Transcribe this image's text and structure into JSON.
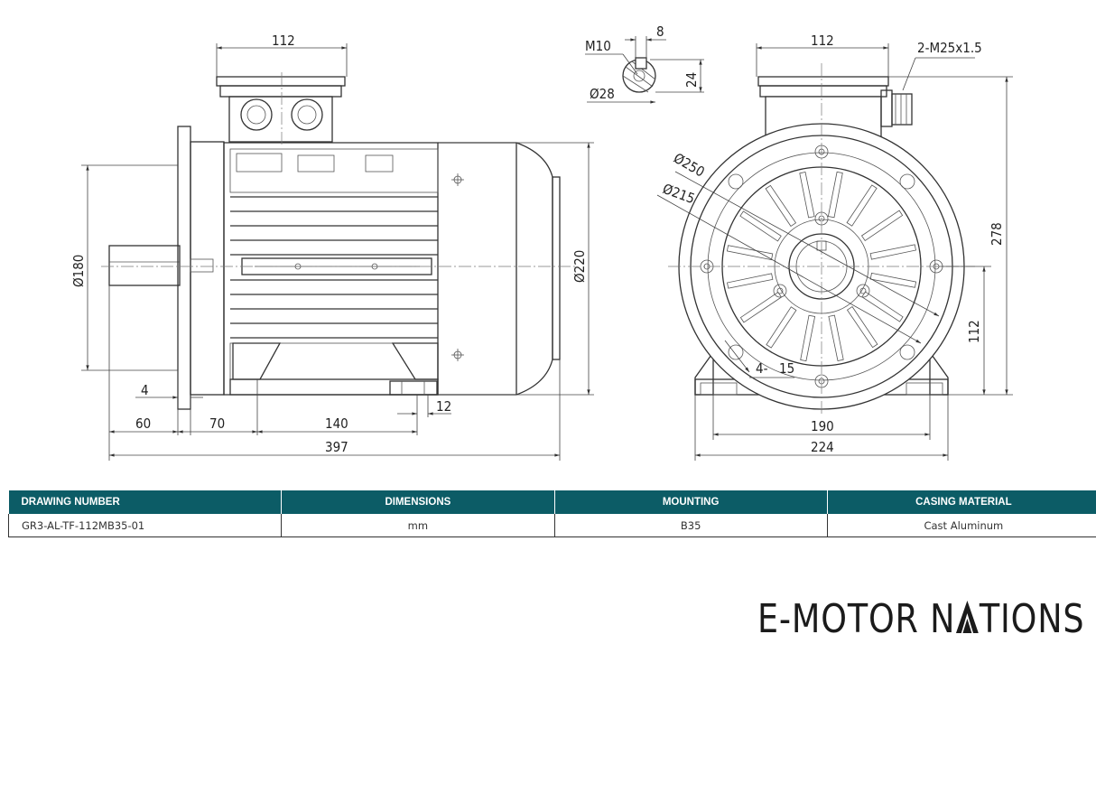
{
  "dimensions": {
    "side_view": {
      "top_width": "112",
      "flange_diameter": "Ø180",
      "body_diameter": "Ø220",
      "flange_thickness": "4",
      "shaft_length": "60",
      "shaft_to_foot": "70",
      "foot_holes": "140",
      "foot_width": "12",
      "overall_length": "397"
    },
    "shaft_detail": {
      "thread": "M10",
      "key_width": "8",
      "key_height": "24",
      "shaft_diameter": "Ø28"
    },
    "front_view": {
      "box_width": "112",
      "cable_gland": "2-M25x1.5",
      "pcd": "Ø250",
      "spigot": "Ø215",
      "overall_height": "278",
      "shaft_height": "112",
      "flange_holes_count": "4-",
      "flange_holes_size": "15",
      "foot_holes_distance": "190",
      "overall_width": "224"
    }
  },
  "table": {
    "headers": [
      "DRAWING NUMBER",
      "DIMENSIONS",
      "MOUNTING",
      "CASING MATERIAL"
    ],
    "row": [
      "GR3-AL-TF-112MB35-01",
      "mm",
      "B35",
      "Cast Aluminum"
    ]
  },
  "logo": {
    "text_left": "E-MOTOR N",
    "text_right": "TIONS"
  }
}
